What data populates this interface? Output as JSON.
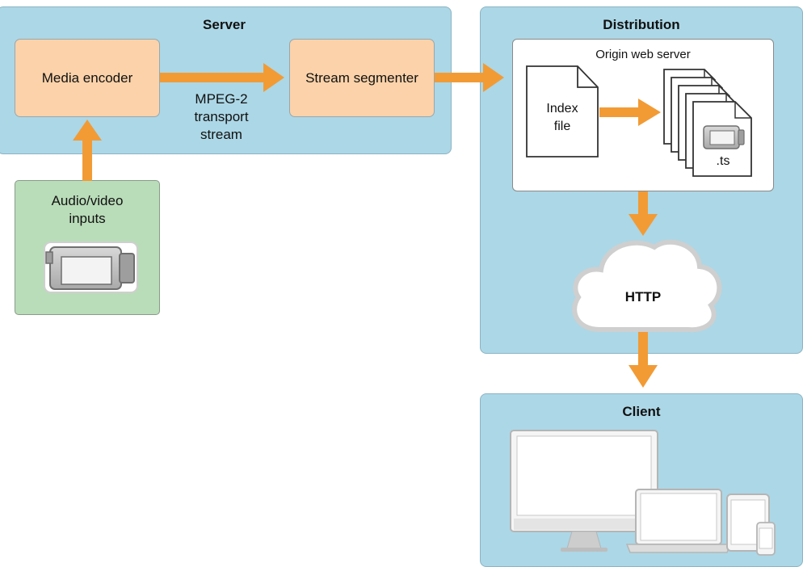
{
  "server": {
    "title": "Server",
    "media_encoder": "Media encoder",
    "stream_segmenter": "Stream segmenter",
    "transport_line1": "MPEG-2",
    "transport_line2": "transport",
    "transport_line3": "stream"
  },
  "inputs": {
    "line1": "Audio/video",
    "line2": "inputs"
  },
  "distribution": {
    "title": "Distribution",
    "origin_server": "Origin web server",
    "index_line1": "Index",
    "index_line2": "file",
    "ts_label": ".ts",
    "http_label": "HTTP"
  },
  "client": {
    "title": "Client"
  },
  "colors": {
    "arrow": "#f29b35",
    "panel": "#acd7e6",
    "orange_box": "#fbd2a9",
    "green_box": "#b9dcb9"
  },
  "icons": [
    "camcorder-icon",
    "document-icon",
    "cloud-icon",
    "imac-icon",
    "laptop-icon",
    "ipad-icon",
    "iphone-icon"
  ]
}
